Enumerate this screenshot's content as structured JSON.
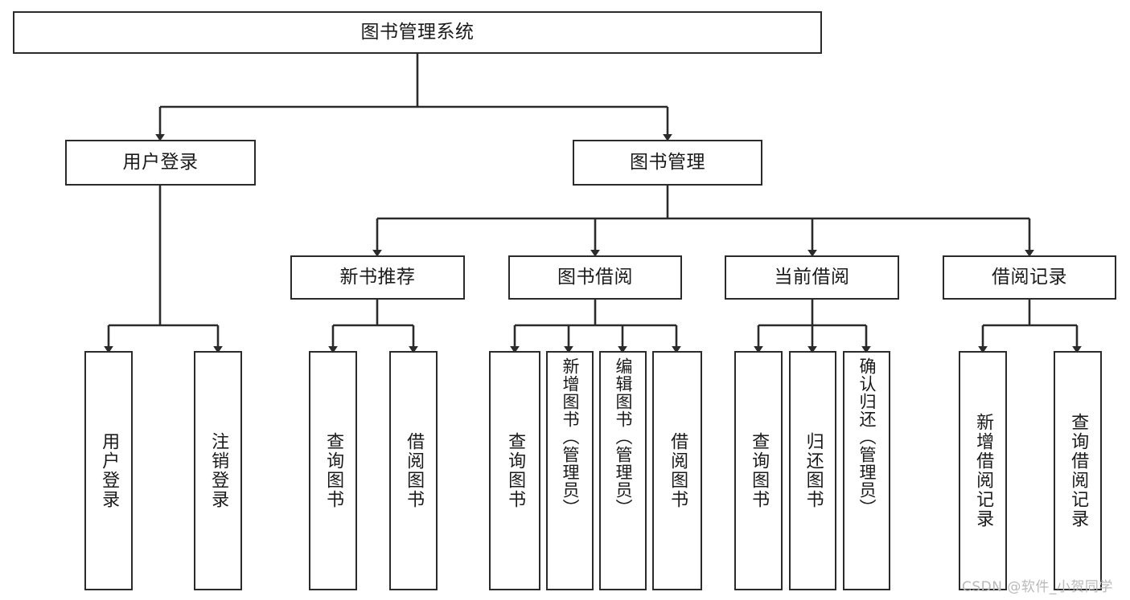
{
  "diagram": {
    "title": "图书管理系统",
    "type": "tree",
    "watermark": "CSDN @软件_小贺同学",
    "colors": {
      "background": "#ffffff",
      "box_border": "#2b2b2b",
      "box_fill": "#ffffff",
      "text": "#1a1a1a",
      "connector": "#2b2b2b",
      "watermark": "#b9b9b9"
    },
    "root": {
      "label": "图书管理系统"
    },
    "level2": [
      {
        "label": "用户登录"
      },
      {
        "label": "图书管理"
      }
    ],
    "level3": [
      {
        "label": "新书推荐"
      },
      {
        "label": "图书借阅"
      },
      {
        "label": "当前借阅"
      },
      {
        "label": "借阅记录"
      }
    ],
    "leaves": {
      "user_login": [
        {
          "label": "用户登录"
        },
        {
          "label": "注销登录"
        }
      ],
      "new_book_recommend": [
        {
          "label": "查询图书"
        },
        {
          "label": "借阅图书"
        }
      ],
      "book_borrow": [
        {
          "label": "查询图书"
        },
        {
          "label": "新增图书（管理员）"
        },
        {
          "label": "编辑图书（管理员）"
        },
        {
          "label": "借阅图书"
        }
      ],
      "current_borrow": [
        {
          "label": "查询图书"
        },
        {
          "label": "归还图书"
        },
        {
          "label": "确认归还（管理员）"
        }
      ],
      "borrow_record": [
        {
          "label": "新增借阅记录"
        },
        {
          "label": "查询借阅记录"
        }
      ]
    }
  }
}
